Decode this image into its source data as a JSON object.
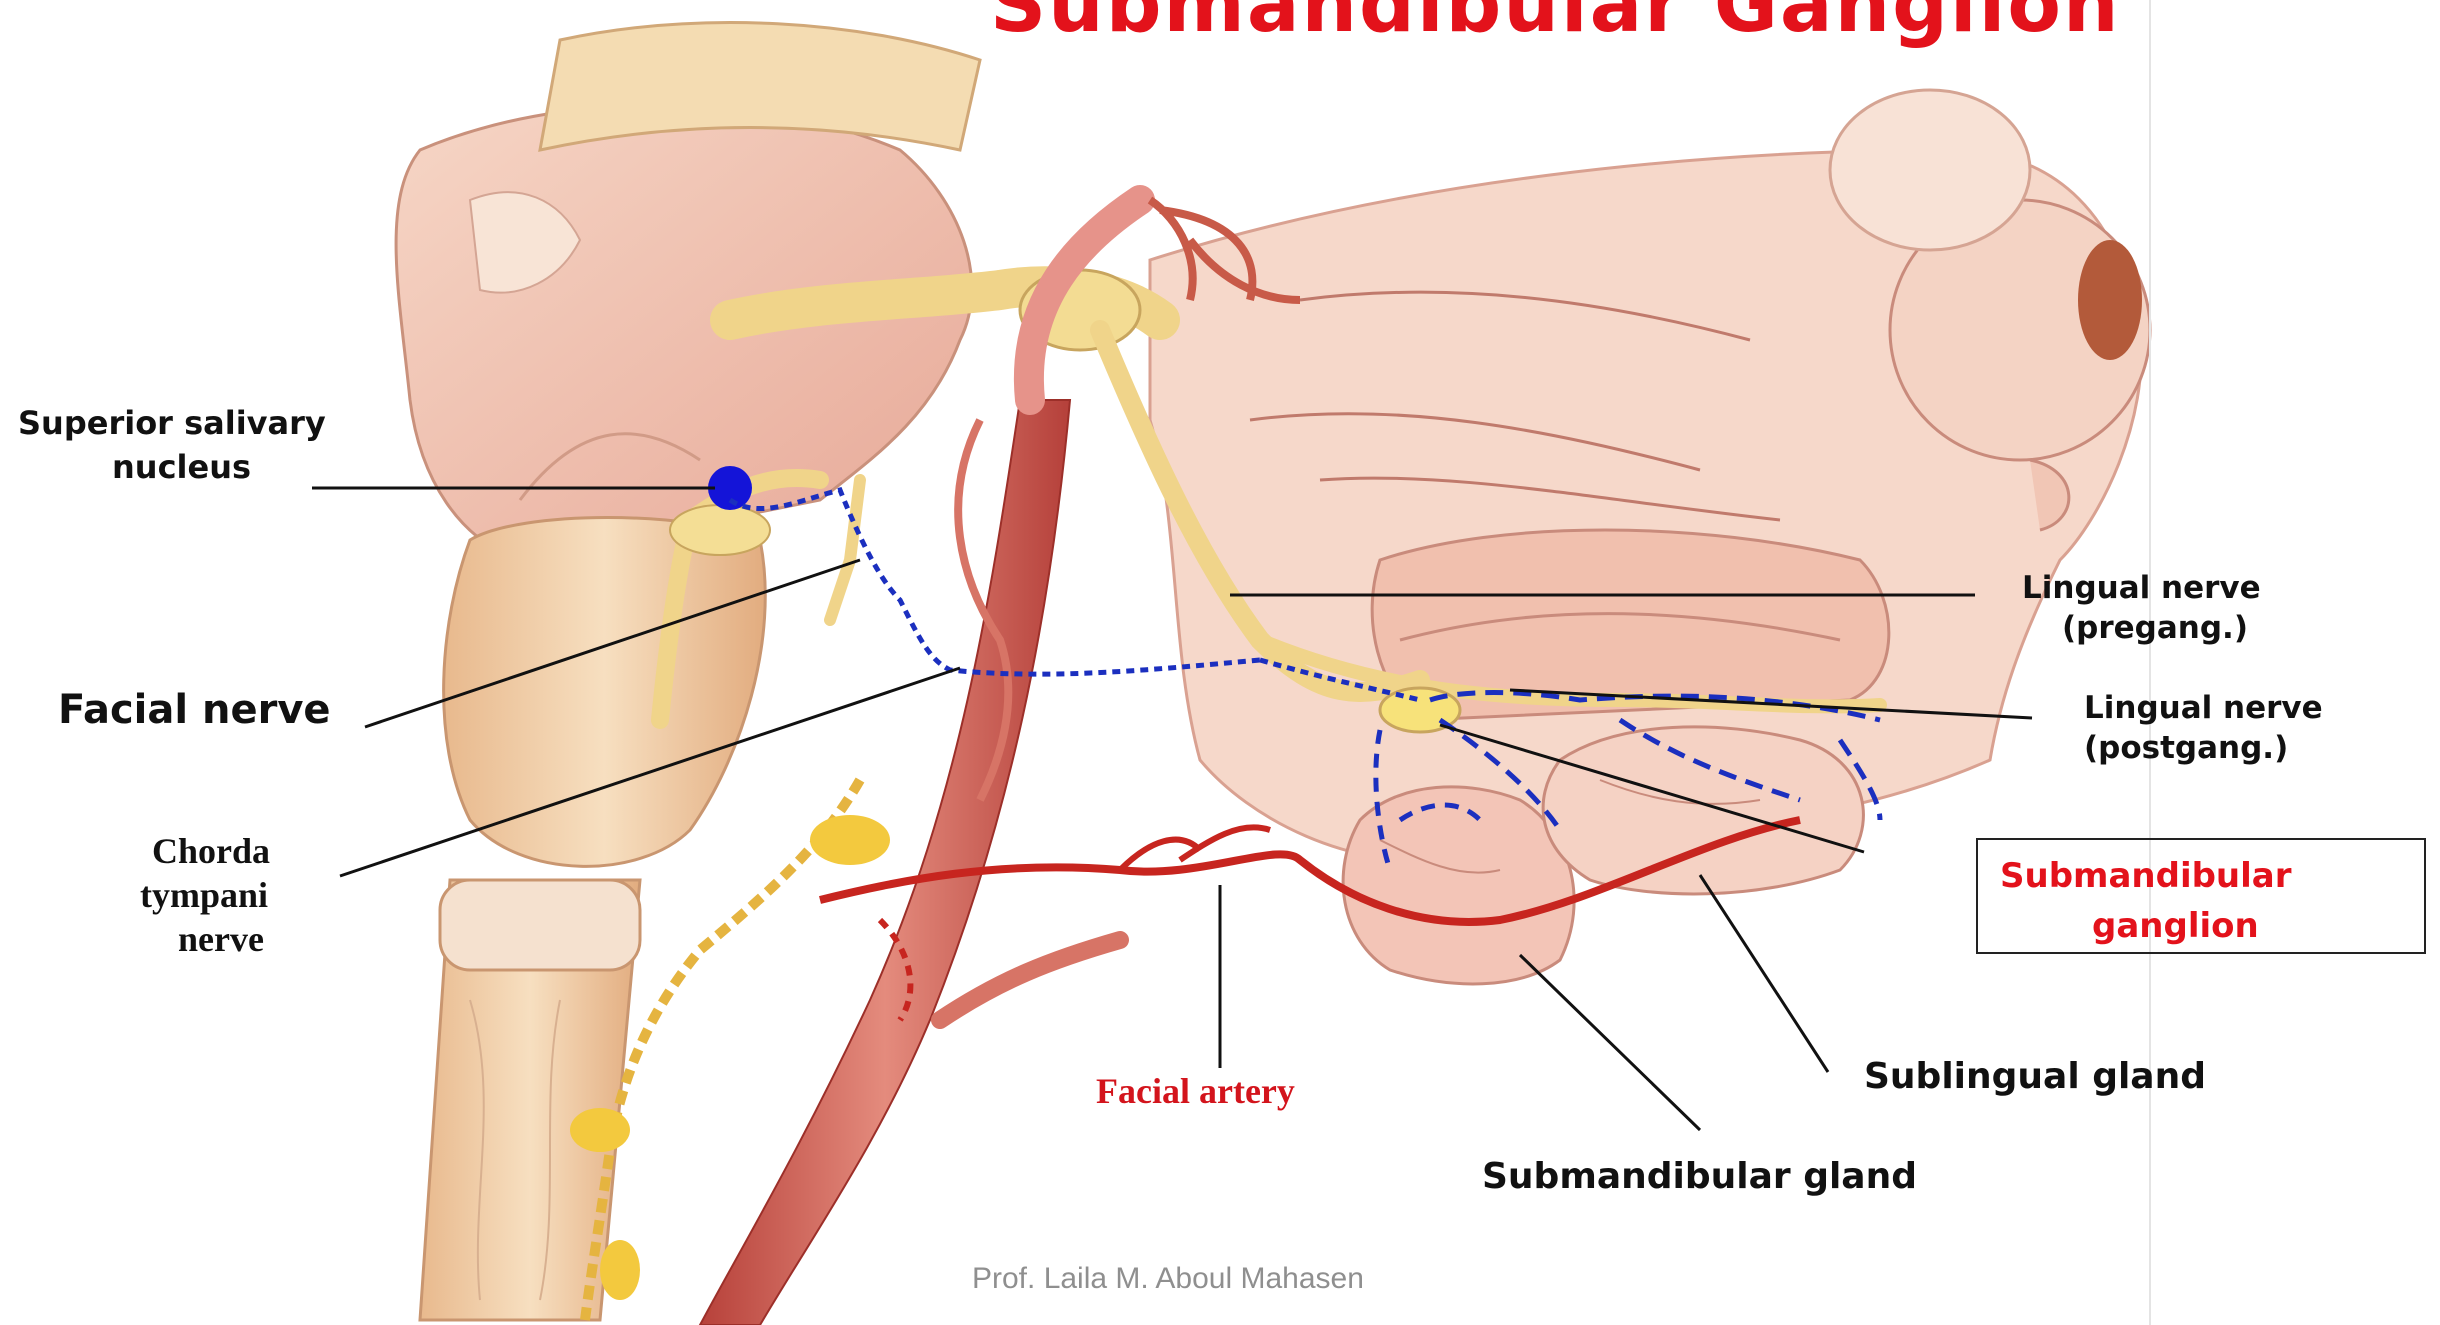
{
  "title": "Submandibular Ganglion",
  "labels": {
    "superior_salivary_line1": "Superior salivary",
    "superior_salivary_line2": "nucleus",
    "facial_nerve": "Facial nerve",
    "chorda_line1": "Chorda",
    "chorda_line2": "tympani",
    "chorda_line3": "nerve",
    "lingual_pre_line1": "Lingual nerve",
    "lingual_pre_line2": "(pregang.)",
    "lingual_post_line1": "Lingual nerve",
    "lingual_post_line2": "(postgang.)",
    "submandibular_ganglion_line1": "Submandibular",
    "submandibular_ganglion_line2": "ganglion",
    "facial_artery": "Facial artery",
    "sublingual_gland": "Sublingual gland",
    "submandibular_gland": "Submandibular  gland"
  },
  "credit": "Prof. Laila M. Aboul Mahasen",
  "colors": {
    "title": "#e3121b",
    "tissue": "#f3c9b1",
    "nerve": "#f2d97a",
    "artery": "#c8322c",
    "parasympathetic_pathway": "#1b2fbf",
    "nucleus_marker": "#1414d8"
  }
}
